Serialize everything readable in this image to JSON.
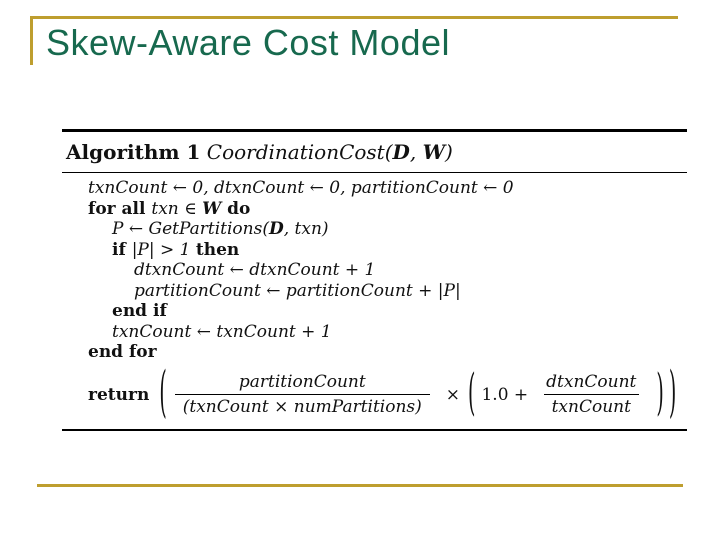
{
  "slide": {
    "title": "Skew-Aware Cost Model",
    "colors": {
      "title_green": "#17694E",
      "gold_line": "#BE9E2F",
      "text": "#111111"
    }
  },
  "algorithm": {
    "header": {
      "label": "Algorithm 1",
      "name_open": " CoordinationCost(",
      "param1": "D",
      "separator": ", ",
      "param2": "W",
      "name_close": ")"
    },
    "lines": [
      {
        "indent": 0,
        "tokens": [
          {
            "s": "math",
            "t": "txnCount ← 0, dtxnCount ← 0, partitionCount ← 0"
          }
        ]
      },
      {
        "indent": 0,
        "tokens": [
          {
            "s": "kw",
            "t": "for all "
          },
          {
            "s": "math",
            "t": "txn ∈ "
          },
          {
            "s": "cal",
            "t": "W"
          },
          {
            "s": "kw",
            "t": " do"
          }
        ]
      },
      {
        "indent": 1,
        "tokens": [
          {
            "s": "math",
            "t": "P ← GetPartitions("
          },
          {
            "s": "cal",
            "t": "D"
          },
          {
            "s": "math",
            "t": ", txn)"
          }
        ]
      },
      {
        "indent": 1,
        "tokens": [
          {
            "s": "kw",
            "t": "if "
          },
          {
            "s": "math",
            "t": "|P| > 1 "
          },
          {
            "s": "kw",
            "t": "then"
          }
        ]
      },
      {
        "indent": 2,
        "tokens": [
          {
            "s": "math",
            "t": "dtxnCount ← dtxnCount + 1"
          }
        ]
      },
      {
        "indent": 2,
        "tokens": [
          {
            "s": "math",
            "t": "partitionCount ← partitionCount + |P|"
          }
        ]
      },
      {
        "indent": 1,
        "tokens": [
          {
            "s": "kw",
            "t": "end if"
          }
        ]
      },
      {
        "indent": 1,
        "tokens": [
          {
            "s": "math",
            "t": "txnCount ← txnCount + 1"
          }
        ]
      },
      {
        "indent": 0,
        "tokens": [
          {
            "s": "kw",
            "t": "end for"
          }
        ]
      }
    ],
    "return_line": {
      "keyword": "return",
      "outer_open": "(",
      "frac1": {
        "numerator": "partitionCount",
        "denominator": "(txnCount × numPartitions)"
      },
      "times": "×",
      "inner_open": "(",
      "inner_prefix": "1.0 +",
      "frac2": {
        "numerator": "dtxnCount",
        "denominator": "txnCount"
      },
      "inner_close": ")",
      "outer_close": ")"
    }
  }
}
